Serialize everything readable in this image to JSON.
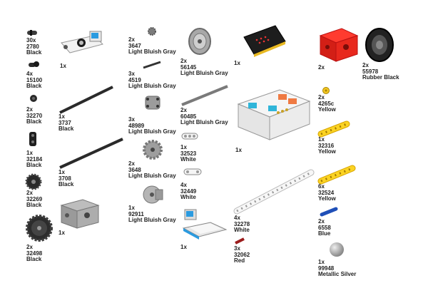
{
  "parts": [
    {
      "id": "p01",
      "qty": "30x",
      "num": "2780",
      "color": "Black"
    },
    {
      "id": "p02",
      "qty": "4x",
      "num": "15100",
      "color": "Black"
    },
    {
      "id": "p03",
      "qty": "2x",
      "num": "32270",
      "color": "Black"
    },
    {
      "id": "p04",
      "qty": "1x",
      "num": "32184",
      "color": "Black"
    },
    {
      "id": "p05",
      "qty": "2x",
      "num": "32269",
      "color": "Black"
    },
    {
      "id": "p06",
      "qty": "2x",
      "num": "32498",
      "color": "Black"
    },
    {
      "id": "p07",
      "qty": "1x",
      "num": "",
      "color": ""
    },
    {
      "id": "p08",
      "qty": "1x",
      "num": "3737",
      "color": "Black"
    },
    {
      "id": "p09",
      "qty": "1x",
      "num": "3708",
      "color": "Black"
    },
    {
      "id": "p10",
      "qty": "1x",
      "num": "",
      "color": ""
    },
    {
      "id": "p11",
      "qty": "2x",
      "num": "3647",
      "color": "Light Bluish Gray"
    },
    {
      "id": "p12",
      "qty": "3x",
      "num": "4519",
      "color": "Light Bluish Gray"
    },
    {
      "id": "p13",
      "qty": "3x",
      "num": "48989",
      "color": "Light Bluish Gray"
    },
    {
      "id": "p14",
      "qty": "2x",
      "num": "3648",
      "color": "Light Bluish Gray"
    },
    {
      "id": "p15",
      "qty": "1x",
      "num": "92911",
      "color": "Light Bluish Gray"
    },
    {
      "id": "p16",
      "qty": "2x",
      "num": "56145",
      "color": "Light Bluish Gray"
    },
    {
      "id": "p17",
      "qty": "2x",
      "num": "60485",
      "color": "Light Bluish Gray"
    },
    {
      "id": "p18",
      "qty": "1x",
      "num": "32523",
      "color": "White"
    },
    {
      "id": "p19",
      "qty": "4x",
      "num": "32449",
      "color": "White"
    },
    {
      "id": "p20",
      "qty": "1x",
      "num": "",
      "color": ""
    },
    {
      "id": "p21",
      "qty": "1x",
      "num": "",
      "color": ""
    },
    {
      "id": "p22",
      "qty": "1x",
      "num": "",
      "color": ""
    },
    {
      "id": "p23",
      "qty": "4x",
      "num": "32278",
      "color": "White"
    },
    {
      "id": "p24",
      "qty": "3x",
      "num": "32062",
      "color": "Red"
    },
    {
      "id": "p25",
      "qty": "2x",
      "num": "",
      "color": ""
    },
    {
      "id": "p26",
      "qty": "2x",
      "num": "55978",
      "color": "Rubber Black"
    },
    {
      "id": "p27",
      "qty": "2x",
      "num": "4265c",
      "color": "Yellow"
    },
    {
      "id": "p28",
      "qty": "1x",
      "num": "32316",
      "color": "Yellow"
    },
    {
      "id": "p29",
      "qty": "6x",
      "num": "32524",
      "color": "Yellow"
    },
    {
      "id": "p30",
      "qty": "2x",
      "num": "6558",
      "color": "Blue"
    },
    {
      "id": "p31",
      "qty": "1x",
      "num": "99948",
      "color": "Metallic Silver"
    }
  ]
}
